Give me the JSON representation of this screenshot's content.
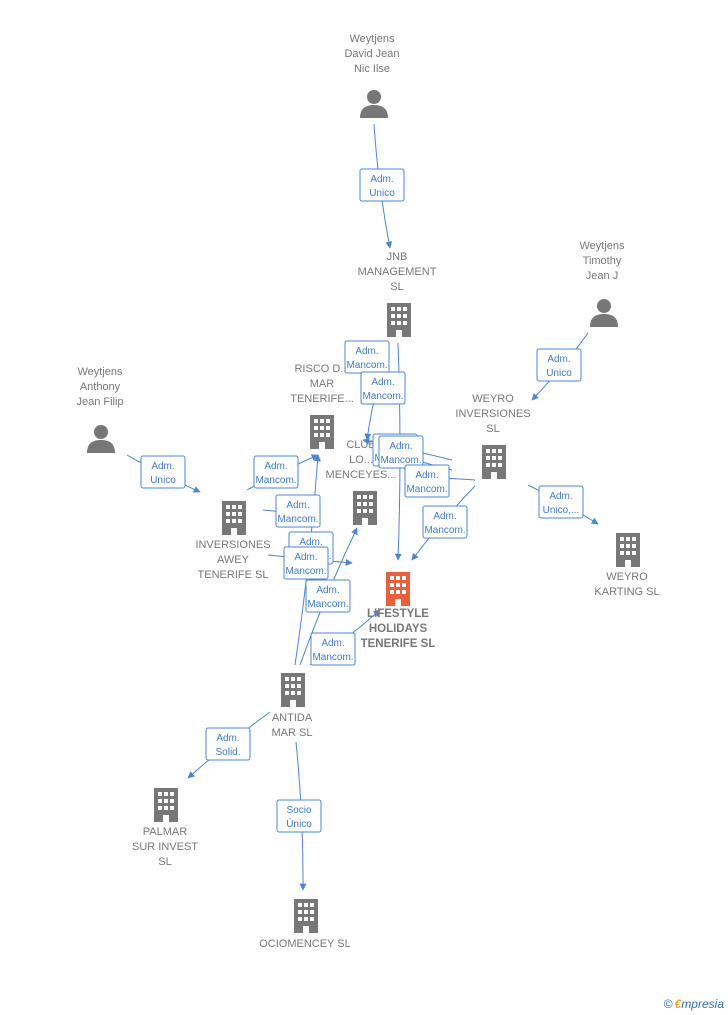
{
  "colors": {
    "edge": "#4a86d4",
    "node": "#777777",
    "highlight": "#e8603c",
    "label": "#777777"
  },
  "nodes": [
    {
      "id": "p1",
      "kind": "person",
      "label": [
        "Weytjens",
        "David Jean",
        "Nic Ilse"
      ]
    },
    {
      "id": "jnb",
      "kind": "company",
      "label": [
        "JNB",
        "MANAGEMENT",
        "SL"
      ]
    },
    {
      "id": "p2",
      "kind": "person",
      "label": [
        "Weytjens",
        "Timothy",
        "Jean J"
      ]
    },
    {
      "id": "p3",
      "kind": "person",
      "label": [
        "Weytjens",
        "Anthony",
        "Jean Filip"
      ]
    },
    {
      "id": "risco",
      "kind": "company",
      "label": [
        "RISCO D...",
        "MAR",
        "TENERIFE..."
      ]
    },
    {
      "id": "weyroinv",
      "kind": "company",
      "label": [
        "WEYRO",
        "INVERSIONES",
        "SL"
      ]
    },
    {
      "id": "club",
      "kind": "company",
      "label": [
        "CLUB",
        "LO...",
        "MENCEYES..."
      ]
    },
    {
      "id": "awey",
      "kind": "company",
      "label": [
        "INVERSIONES",
        "AWEY",
        "TENERIFE  SL"
      ]
    },
    {
      "id": "lifestyle",
      "kind": "company",
      "highlight": true,
      "label": [
        "LIFESTYLE",
        "HOLIDAYS",
        "TENERIFE  SL"
      ]
    },
    {
      "id": "weyrokart",
      "kind": "company",
      "label": [
        "WEYRO",
        "KARTING  SL"
      ]
    },
    {
      "id": "antida",
      "kind": "company",
      "label": [
        "ANTIDA",
        "MAR SL"
      ]
    },
    {
      "id": "palmar",
      "kind": "company",
      "label": [
        "PALMAR",
        "SUR INVEST",
        "SL"
      ]
    },
    {
      "id": "ociomencey",
      "kind": "company",
      "label": [
        "OCIOMENCEY SL"
      ]
    }
  ],
  "edges": [
    {
      "label": [
        "Adm.",
        "Unico"
      ]
    },
    {
      "label": [
        "Adm.",
        "Unico"
      ]
    },
    {
      "label": [
        "Adm.",
        "Unico"
      ]
    },
    {
      "label": [
        "Adm.",
        "Mancom."
      ]
    },
    {
      "label": [
        "Adm.",
        "Mancom."
      ]
    },
    {
      "label": [
        "Adm.",
        "Mancom."
      ]
    },
    {
      "label": [
        "Adm.",
        "Mancom."
      ]
    },
    {
      "label": [
        "Adm.",
        "Mancom."
      ]
    },
    {
      "label": [
        "Adm.",
        "Mancom."
      ]
    },
    {
      "label": [
        "Adm.",
        "Unico,..."
      ]
    },
    {
      "label": [
        "Adm.",
        "Mancom."
      ]
    },
    {
      "label": [
        "Adm.",
        "Mancom."
      ]
    },
    {
      "label": [
        "Adm.",
        "Mancom."
      ]
    },
    {
      "label": [
        "Adm.",
        "Mancom."
      ]
    },
    {
      "label": [
        "Adm.",
        "Mancom."
      ]
    },
    {
      "label": [
        "Adm.",
        "Mancom."
      ]
    },
    {
      "label": [
        "Adm.",
        "Solid."
      ]
    },
    {
      "label": [
        "Socio",
        "Único"
      ]
    }
  ],
  "brand": {
    "copyright": "©",
    "first_letter": "€",
    "rest": "mpresia"
  }
}
